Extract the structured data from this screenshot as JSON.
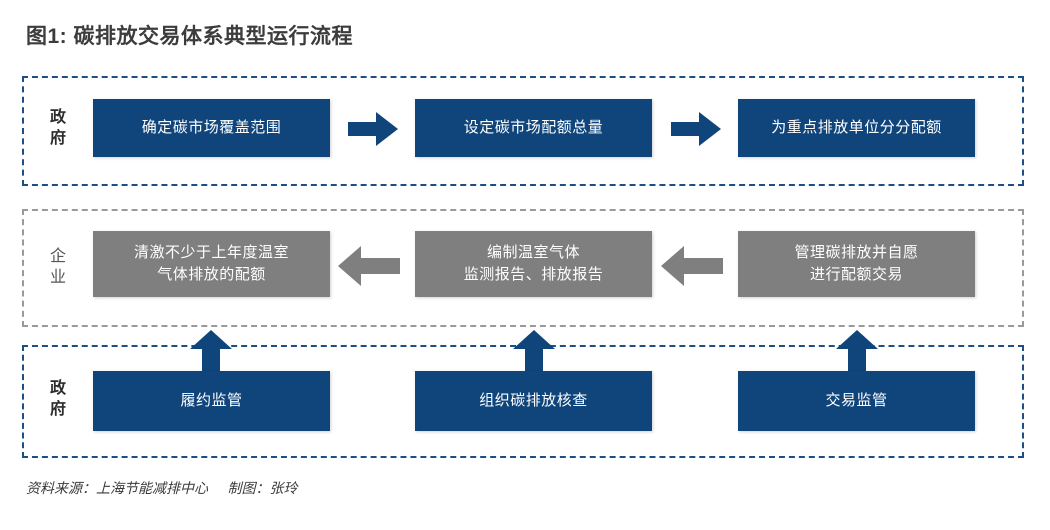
{
  "figure": {
    "title": "图1: 碳排放交易体系典型运行流程",
    "source_note": "资料来源：上海节能减排中心     制图：张玲"
  },
  "colors": {
    "primary_blue": "#10457c",
    "gray": "#7f7f7f",
    "lane_border_blue": "#1d4f85",
    "lane_border_gray": "#9a9a9a",
    "title_text": "#3c3c3c"
  },
  "lanes": [
    {
      "id": "lane-government-top",
      "label": "政府",
      "border_color": "#1d4f85",
      "nodes": [
        {
          "id": "define-scope",
          "text": "确定碳市场覆盖范围",
          "color": "blue"
        },
        {
          "id": "set-total-quota",
          "text": "设定碳市场配额总量",
          "color": "blue"
        },
        {
          "id": "allocate-quota",
          "text": "为重点排放单位分分配额",
          "color": "blue"
        }
      ],
      "connectors": [
        {
          "id": "arrow-scope-to-total",
          "direction": "right",
          "color": "#10457c"
        },
        {
          "id": "arrow-total-to-allocate",
          "direction": "right",
          "color": "#10457c"
        }
      ]
    },
    {
      "id": "lane-enterprise",
      "label": "企业",
      "border_color": "#9a9a9a",
      "nodes": [
        {
          "id": "surrender-quota",
          "line1": "清激不少于上年度温室",
          "line2": "气体排放的配额",
          "color": "gray"
        },
        {
          "id": "compile-reports",
          "line1": "编制温室气体",
          "line2": "监测报告、排放报告",
          "color": "gray"
        },
        {
          "id": "manage-and-trade",
          "line1": "管理碳排放并自愿",
          "line2": "进行配额交易",
          "color": "gray"
        }
      ],
      "connectors": [
        {
          "id": "arrow-reports-to-surrender",
          "direction": "left",
          "color": "#7f7f7f"
        },
        {
          "id": "arrow-trade-to-reports",
          "direction": "left",
          "color": "#7f7f7f"
        }
      ]
    },
    {
      "id": "lane-government-bottom",
      "label": "政府",
      "border_color": "#1d4f85",
      "nodes": [
        {
          "id": "compliance-supervision",
          "text": "履约监管",
          "color": "blue"
        },
        {
          "id": "organize-verification",
          "text": "组织碳排放核查",
          "color": "blue"
        },
        {
          "id": "trading-supervision",
          "text": "交易监管",
          "color": "blue"
        }
      ],
      "connectors": [
        {
          "id": "arrow-compliance-up",
          "direction": "up",
          "color": "#10457c"
        },
        {
          "id": "arrow-verification-up",
          "direction": "up",
          "color": "#10457c"
        },
        {
          "id": "arrow-trading-up",
          "direction": "up",
          "color": "#10457c"
        }
      ]
    }
  ]
}
